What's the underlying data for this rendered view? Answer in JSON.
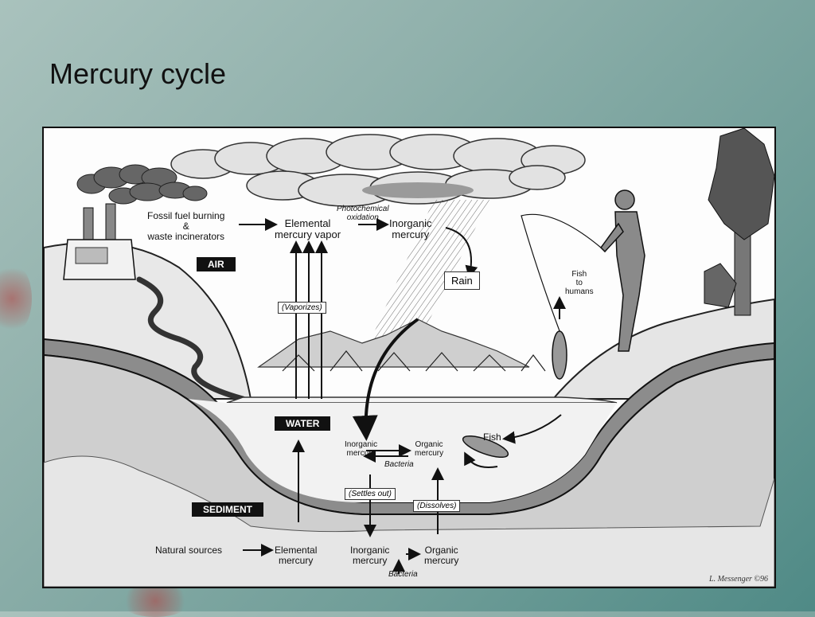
{
  "slide": {
    "title": "Mercury cycle"
  },
  "diagram": {
    "zones": {
      "air": "AIR",
      "water": "WATER",
      "sediment": "SEDIMENT"
    },
    "air": {
      "source": "Fossil fuel burning\n&\nwaste incinerators",
      "elemental_vapor": "Elemental\nmercury vapor",
      "photochemical": "Photochemical\noxidation",
      "inorganic": "Inorganic\nmercury",
      "rain": "Rain",
      "vaporizes": "(Vaporizes)",
      "fish_to_humans": "Fish\nto\nhumans"
    },
    "water": {
      "inorganic": "Inorganic\nmercury",
      "organic": "Organic\nmercury",
      "bacteria": "Bacteria",
      "fish": "Fish",
      "settles_out": "(Settles out)",
      "dissolves": "(Dissolves)"
    },
    "sediment": {
      "natural_sources": "Natural sources",
      "elemental": "Elemental\nmercury",
      "inorganic": "Inorganic\nmercury",
      "organic": "Organic\nmercury",
      "bacteria": "Bacteria"
    },
    "credit": "L. Messenger ©96"
  },
  "colors": {
    "ink": "#111111",
    "hill_light": "#d6d6d6",
    "hill_mid": "#9a9a9a",
    "water_band": "#8c8c8c",
    "cloud": "#e6e6e6"
  }
}
